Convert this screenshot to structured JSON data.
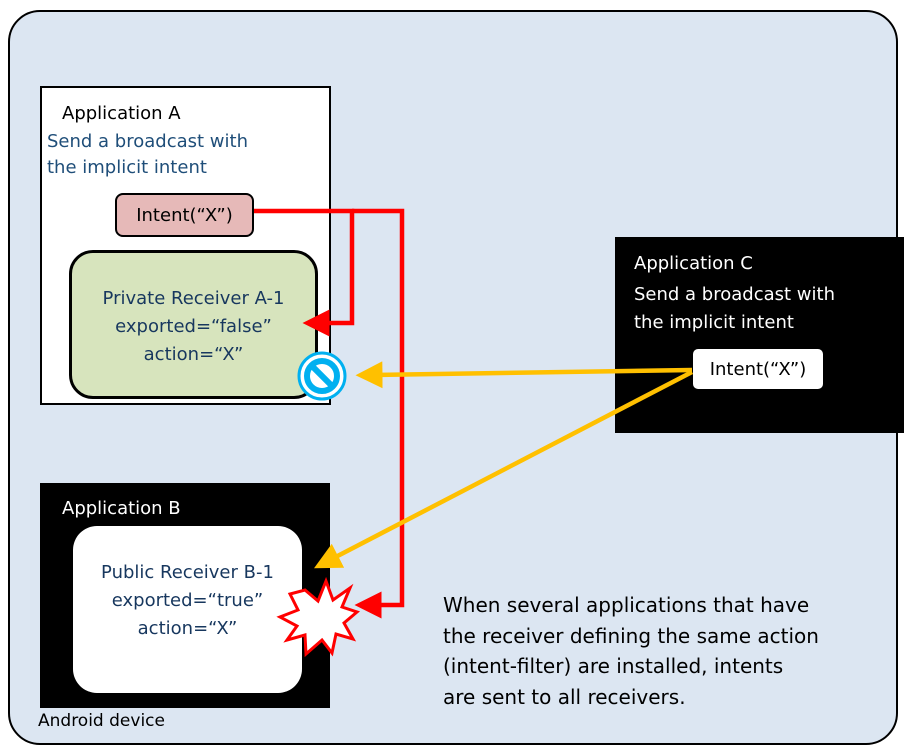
{
  "device_label": "Android device",
  "app_a": {
    "title": "Application A",
    "desc_line1": "Send a broadcast with",
    "desc_line2": "the implicit intent",
    "intent": "Intent(“X”)",
    "receiver": {
      "name": "Private Receiver A-1",
      "exported": "exported=“false”",
      "action": "action=“X”"
    }
  },
  "app_b": {
    "title": "Application B",
    "receiver": {
      "name": "Public Receiver B-1",
      "exported": "exported=“true”",
      "action": "action=“X”"
    }
  },
  "app_c": {
    "title": "Application C",
    "desc_line1": "Send a broadcast  with",
    "desc_line2": "the implicit intent",
    "intent": "Intent(“X”)"
  },
  "note": {
    "line1": "When several applications that have",
    "line2": "the receiver defining the same action",
    "line3": "(intent-filter) are installed, intents",
    "line4": "are sent to all receivers."
  },
  "colors": {
    "device_bg": "#dce6f2",
    "red_arrow": "#ff0000",
    "orange_arrow": "#ffc000",
    "blue_text": "#17375e",
    "prohibit_blue": "#00b0f0",
    "receiver_a_fill": "#d7e4bd",
    "intent_a_fill": "#e6b9b8"
  },
  "icons": {
    "blocked": "prohibited-icon",
    "leak": "explosion-icon"
  }
}
